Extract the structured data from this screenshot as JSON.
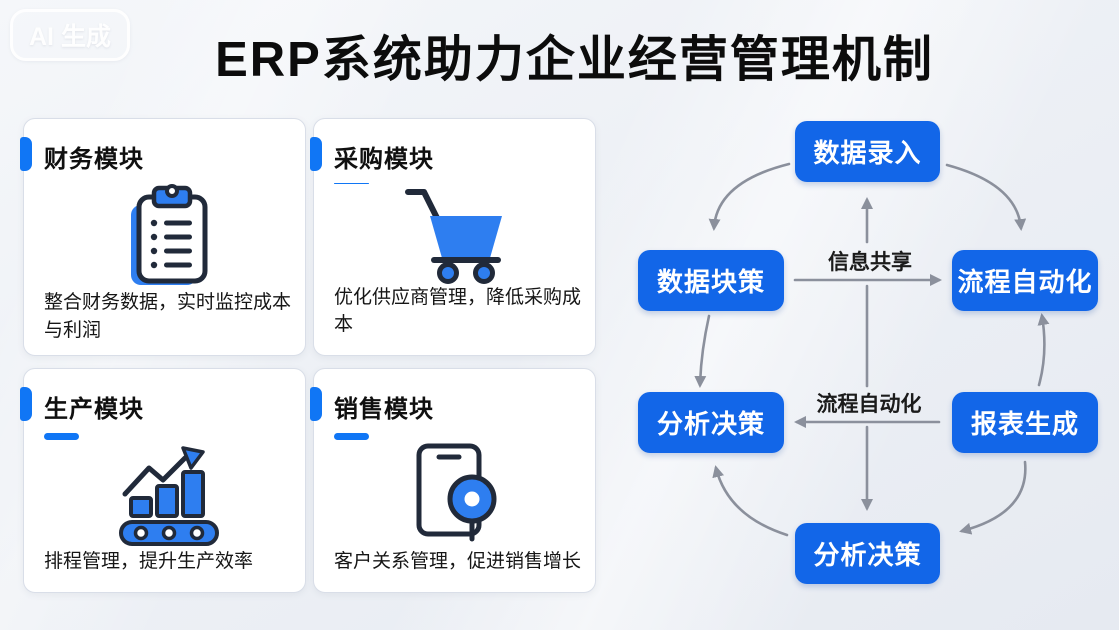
{
  "badge": {
    "label": "AI 生成"
  },
  "title": "ERP系统助力企业经营管理机制",
  "cards": [
    {
      "title": "财务模块",
      "description": "整合财务数据，实时监控成本与利润",
      "icon": "clipboard-checklist-icon"
    },
    {
      "title": "采购模块",
      "description": "优化供应商管理，降低采购成本",
      "icon": "shopping-cart-icon"
    },
    {
      "title": "生产模块",
      "description": "排程管理，提升生产效率",
      "icon": "growth-chart-conveyor-icon"
    },
    {
      "title": "销售模块",
      "description": "客户关系管理，促进销售增长",
      "icon": "phone-crm-icon"
    }
  ],
  "diagram": {
    "nodes": [
      {
        "label": "数据录入"
      },
      {
        "label": "数据块策"
      },
      {
        "label": "流程自动化"
      },
      {
        "label": "分析决策"
      },
      {
        "label": "报表生成"
      },
      {
        "label": "分析决策"
      }
    ],
    "edge_labels": [
      {
        "text": "信息共享"
      },
      {
        "text": "流程自动化"
      }
    ]
  },
  "colors": {
    "node_blue": "#1266e8",
    "icon_blue": "#2e7ef0",
    "icon_outline": "#212a3a",
    "accent_blue": "#1076f5",
    "arrow_gray": "#8b909c"
  }
}
